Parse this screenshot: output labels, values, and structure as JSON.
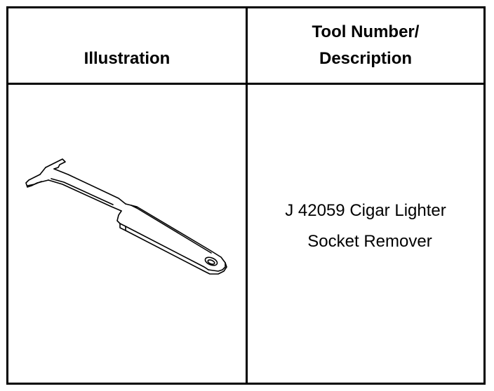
{
  "table": {
    "header": {
      "illustration": "Illustration",
      "tool_number_line1": "Tool Number/",
      "tool_number_line2": "Description"
    },
    "rows": [
      {
        "illustration_icon": "socket-remover-tool-icon",
        "description_line1": "J 42059 Cigar Lighter",
        "description_line2": "Socket Remover"
      }
    ]
  },
  "colors": {
    "border": "#000000",
    "background": "#ffffff",
    "text": "#000000"
  }
}
